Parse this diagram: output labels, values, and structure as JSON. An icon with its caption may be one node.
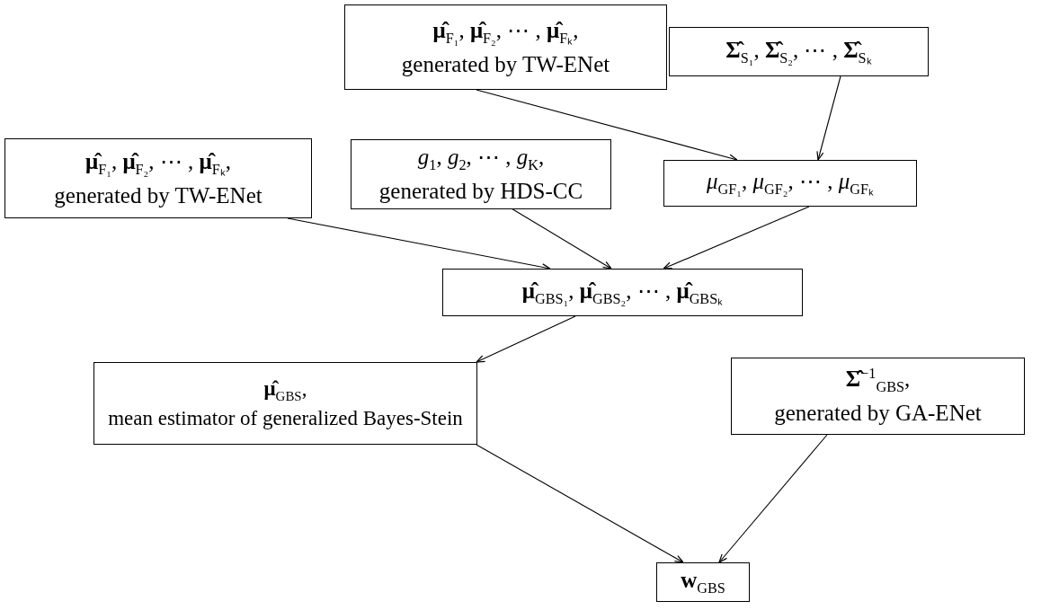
{
  "diagram": {
    "nodes": [
      {
        "text": [
          "**μ̂**$_{F₁}$, **μ̂**$_{F₂}$, ⋯ , **μ̂**$_{Fₖ}$,",
          "generated by TW-ENet"
        ]
      },
      {
        "text": [
          "**Σ̂**$_{S₁}$, **Σ̂**$_{S₂}$, ⋯ , **Σ̂**$_{Sₖ}$"
        ]
      },
      {
        "text": [
          "**μ̂**$_{F₁}$, **μ̂**$_{F₂}$, ⋯ , **μ̂**$_{Fₖ}$,",
          "generated by TW-ENet"
        ]
      },
      {
        "text": [
          "*g*$_{1}$, *g*$_{2}$, ⋯ , *g*$_{K}$,",
          "generated by HDS-CC"
        ]
      },
      {
        "text": [
          "*μ*$_{GF₁}$, *μ*$_{GF₂}$, ⋯ , *μ*$_{GFₖ}$"
        ]
      },
      {
        "text": [
          "**μ̂**$_{GBS₁}$, **μ̂**$_{GBS₂}$, ⋯ , **μ̂**$_{GBSₖ}$"
        ]
      },
      {
        "text": [
          "**μ̂**$_{GBS}$,",
          "mean estimator of generalized Bayes-Stein"
        ]
      },
      {
        "text": [
          "**Σ̂**$^{−1}$$_{GBS}$,",
          "generated by GA-ENet"
        ]
      },
      {
        "text": [
          "**w**$_{GBS}$"
        ]
      }
    ],
    "edges": [
      {
        "from": 0,
        "to": 4,
        "arrow": "to"
      },
      {
        "from": 1,
        "to": 4,
        "arrow": "to"
      },
      {
        "from": 2,
        "to": 5,
        "arrow": "to"
      },
      {
        "from": 3,
        "to": 5,
        "arrow": "to"
      },
      {
        "from": 4,
        "to": 5,
        "arrow": "to"
      },
      {
        "from": 5,
        "to": 6,
        "arrow": "to"
      },
      {
        "from": 6,
        "to": 8,
        "arrow": "to"
      },
      {
        "from": 7,
        "to": 8,
        "arrow": "to"
      }
    ]
  }
}
